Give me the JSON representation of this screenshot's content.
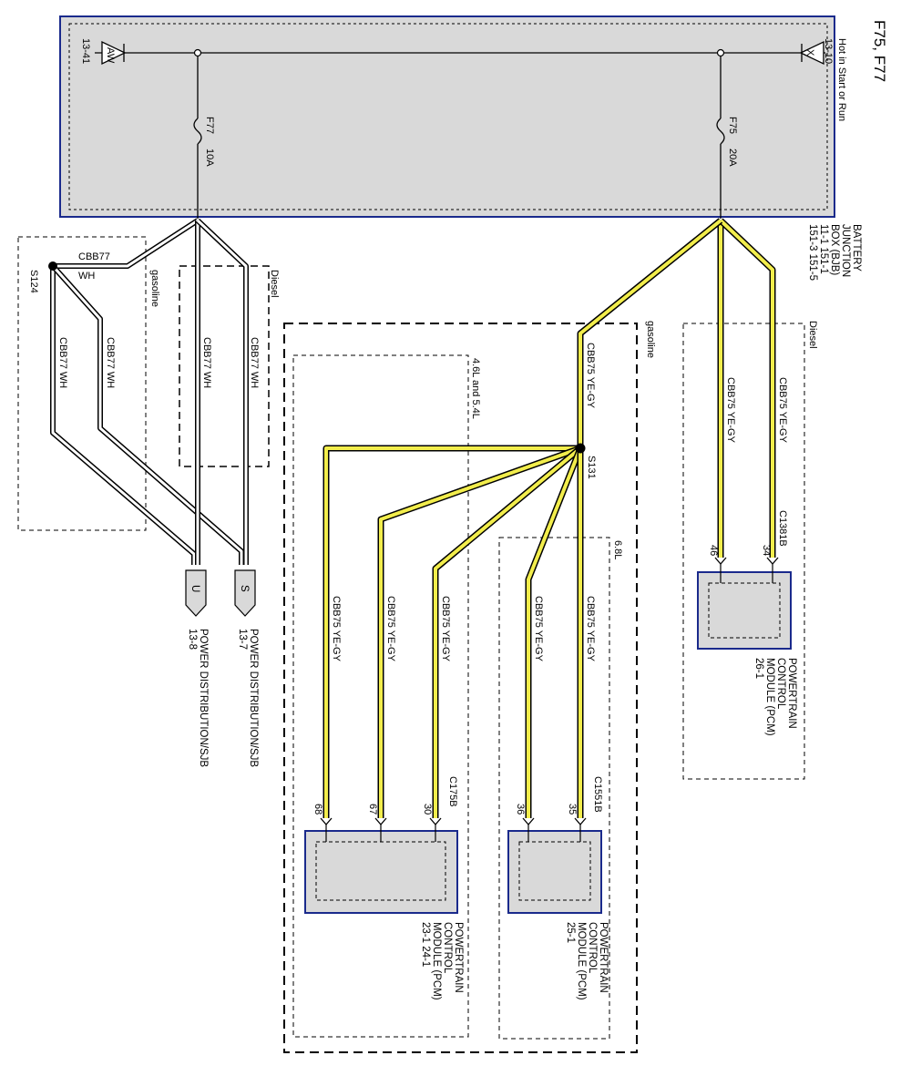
{
  "title": "F75, F77",
  "bjb": {
    "header": "Hot in Start or Run",
    "name_lines": [
      "BATTERY",
      "JUNCTION",
      "BOX (BJB)"
    ],
    "ref_lines": [
      "11-1      151-1",
      "151-3    151-5"
    ],
    "left_pin": "AW",
    "left_ref": "13-41",
    "right_pin": "X",
    "right_ref": "13-10",
    "fuse_f77": {
      "name": "F77",
      "rating": "10A"
    },
    "fuse_f75": {
      "name": "F75",
      "rating": "20A"
    }
  },
  "left_section": {
    "splice": "S124",
    "gasoline": "gasoline",
    "diesel": "Diesel",
    "wire_circuit": "CBB77",
    "wire_color": "WH",
    "wire_label": "CBB77   WH",
    "connector_u": {
      "pin": "U",
      "dest": "POWER DISTRIBUTION/SJB",
      "ref": "13-8"
    },
    "connector_s": {
      "pin": "S",
      "dest": "POWER DISTRIBUTION/SJB",
      "ref": "13-7"
    }
  },
  "right_section": {
    "splice": "S131",
    "gasoline": "gasoline",
    "diesel": "Diesel",
    "engine_46_54": "4.6L and 5.4L",
    "engine_68": "6.8L",
    "wire_label": "CBB75   YE-GY",
    "diesel_connector": "C1381B",
    "diesel_pins": [
      "34",
      "46"
    ],
    "pcm_diesel": {
      "lines": [
        "POWERTRAIN",
        "CONTROL",
        "MODULE (PCM)",
        "26-1"
      ]
    },
    "c175b": "C175B",
    "pins_46_54": [
      "30",
      "67",
      "68"
    ],
    "pcm_46_54": {
      "lines": [
        "POWERTRAIN",
        "CONTROL",
        "MODULE (PCM)",
        "23-1      24-1"
      ]
    },
    "c1551b": "C1551B",
    "pins_68": [
      "35",
      "36"
    ],
    "pcm_68": {
      "lines": [
        "POWERTRAIN",
        "CONTROL",
        "MODULE (PCM)",
        "25-1"
      ]
    }
  }
}
